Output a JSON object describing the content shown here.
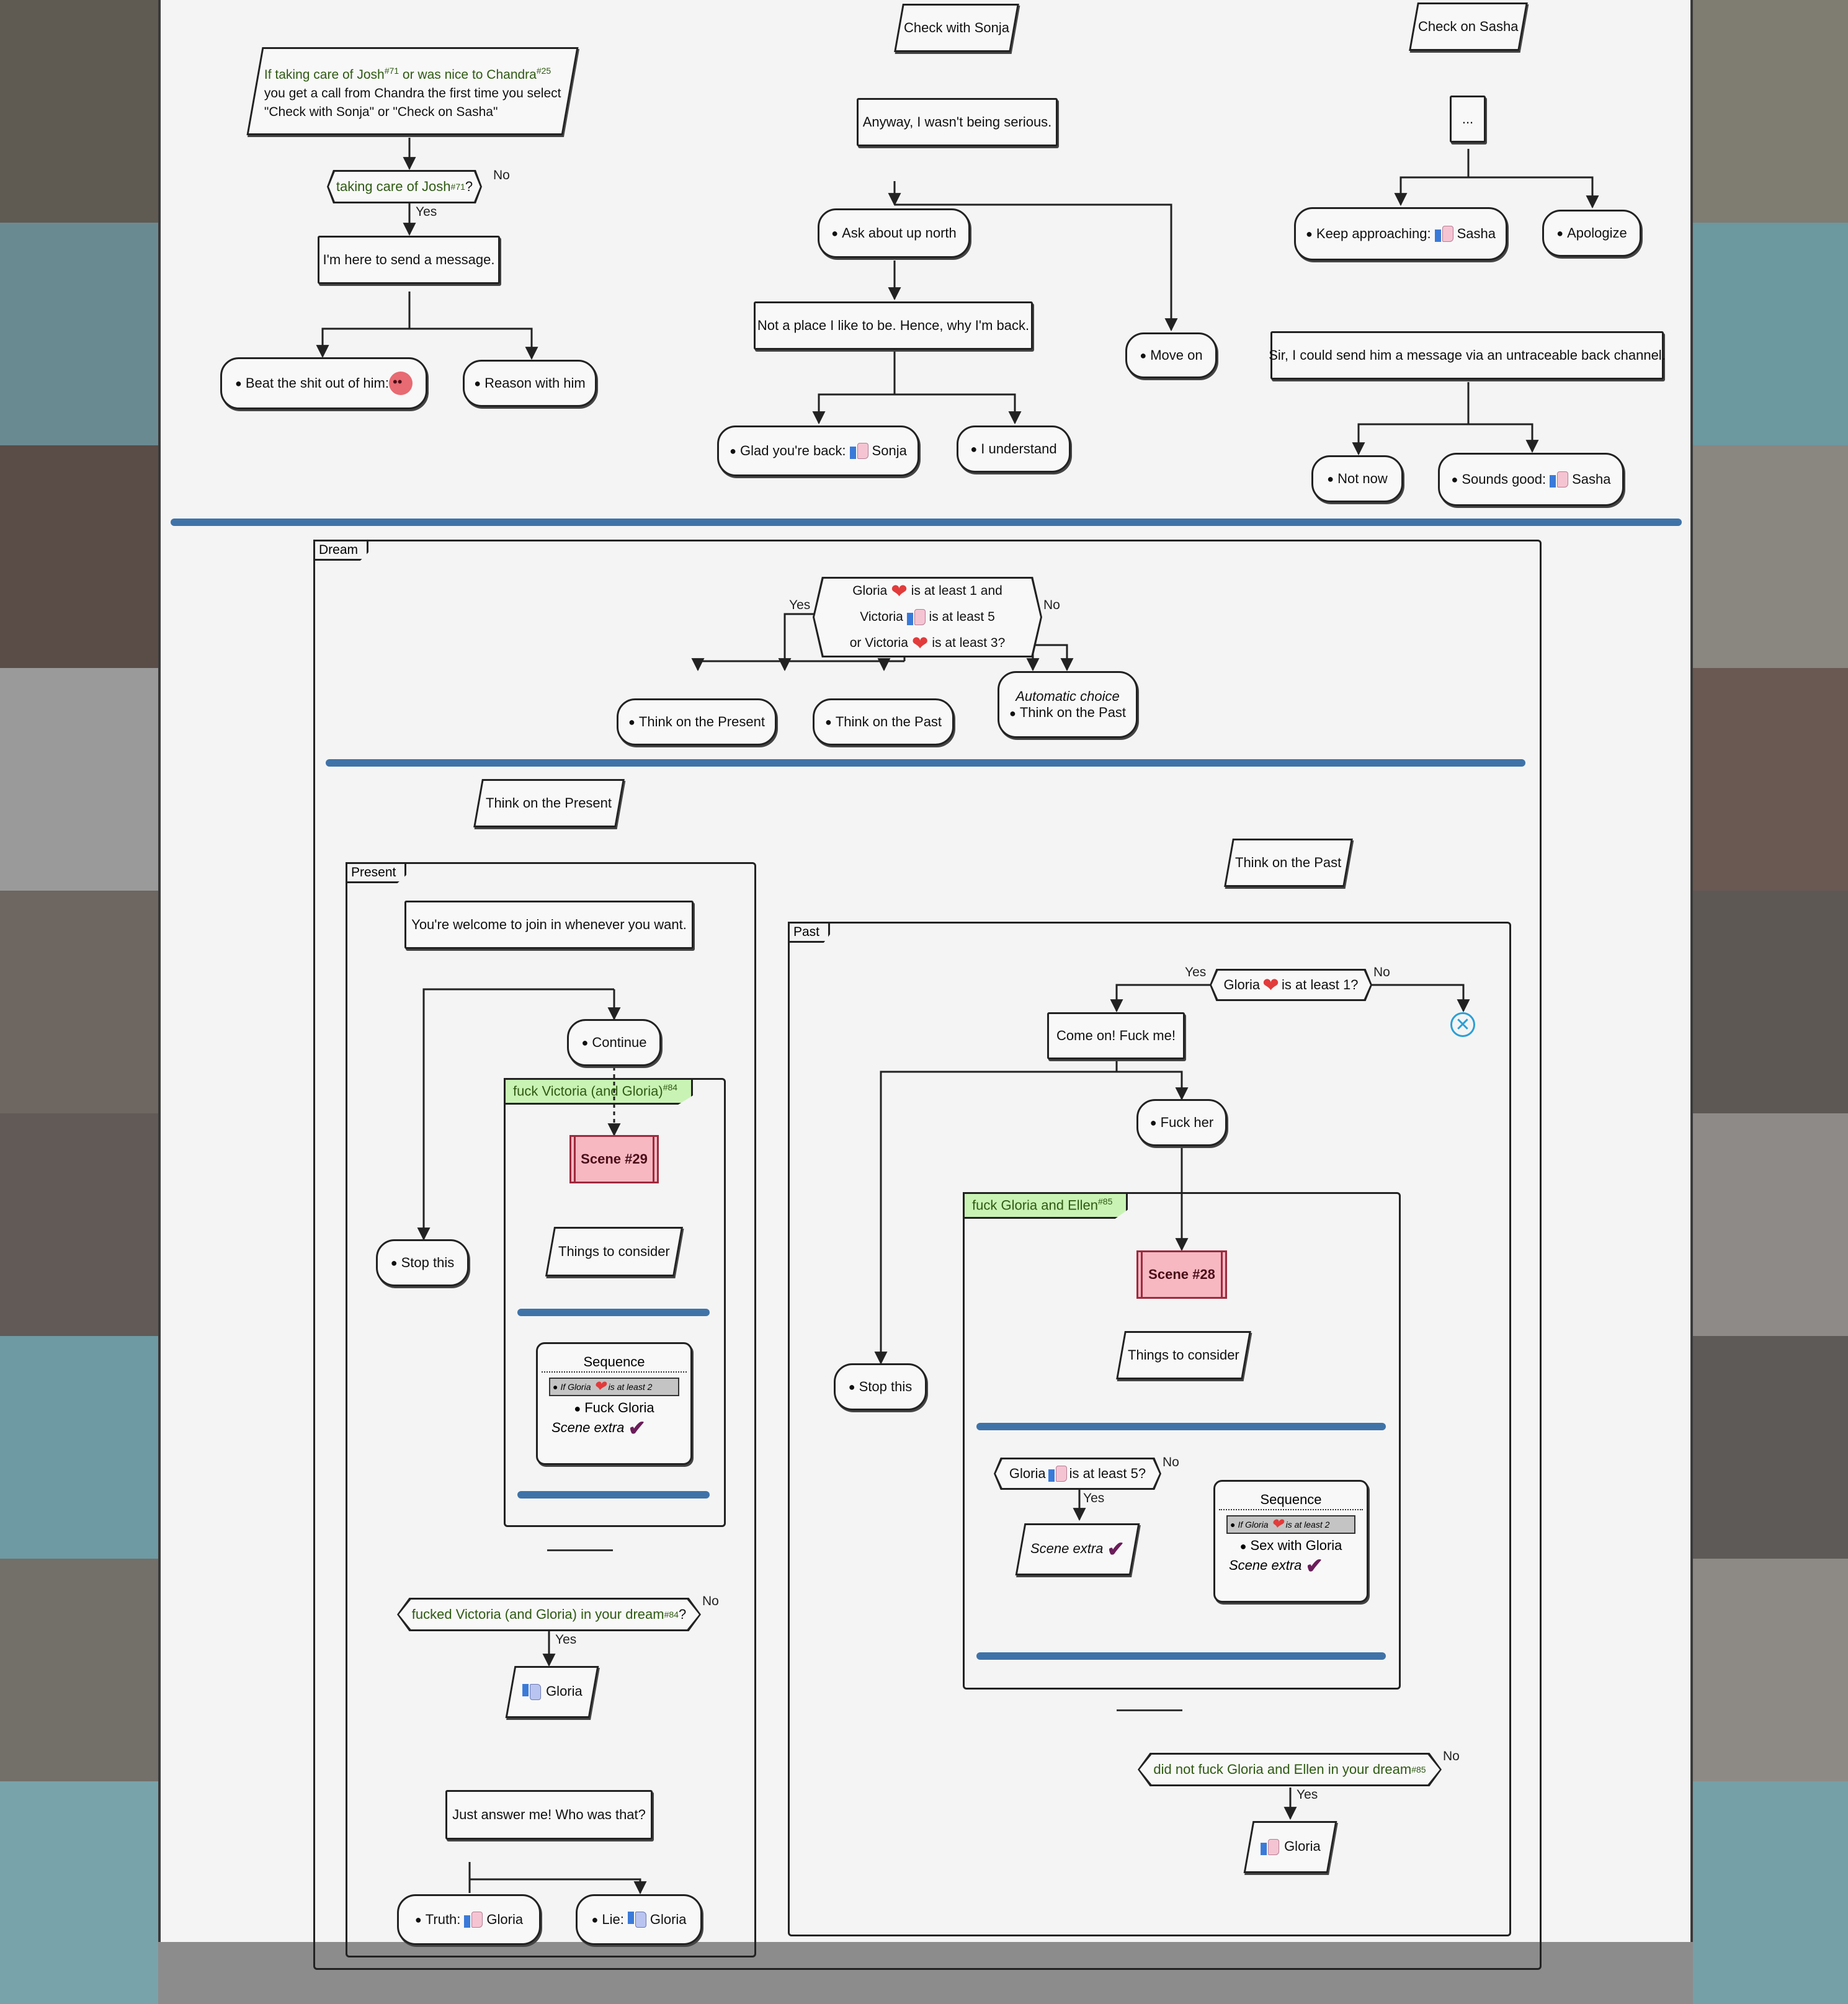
{
  "colors": {
    "page_bg": "#f4f4f4",
    "band": "#3f73a8",
    "condition_text": "#2e5a12",
    "condition_tag_bg": "#c9f3b4",
    "scene_bg": "#f7b8c2",
    "exit_icon": "#2a9fd6"
  },
  "icons": {
    "heart": "heart-icon",
    "like": "thumbs-up-icon",
    "dislike": "thumbs-down-icon",
    "angry": "angry-face-icon",
    "check": "checkmark-icon",
    "exit": "exit-x-icon"
  },
  "common": {
    "yes": "Yes",
    "no": "No",
    "sup71": "#71",
    "sup25": "#25",
    "sup84": "#84",
    "sup85": "#85",
    "q": "?",
    "colon": ":"
  },
  "top_left": {
    "note_part1": "If taking care of Josh",
    "note_part2": "or was nice to Chandra",
    "note_line2": "you get a call from Chandra the first time you select",
    "note_line3": "\"Check with Sonja\" or \"Check on Sasha\"",
    "decision": "taking care of Josh",
    "message": "I'm here to send a message.",
    "choice_beat": "Beat the shit out of him:",
    "choice_reason": "Reason with him"
  },
  "top_mid": {
    "title": "Check with Sonja",
    "line1": "Anyway, I wasn't being serious.",
    "choice_ask": "Ask about up north",
    "line2": "Not a place I like to be. Hence, why I'm back.",
    "choice_move": "Move on",
    "choice_glad": "Glad you're back:",
    "sonja": "Sonja",
    "choice_understand": "I understand"
  },
  "top_right": {
    "title": "Check on Sasha",
    "ellipsis": "...",
    "choice_keep": "Keep approaching:",
    "sasha": "Sasha",
    "choice_apologize": "Apologize",
    "line1": "Sir, I could send him a message via an untraceable back channel.",
    "choice_notnow": "Not now",
    "choice_sounds": "Sounds good:"
  },
  "dream": {
    "tag": "Dream",
    "cond_gloria": "Gloria",
    "cond_l1": "is at least 1 and",
    "cond_victoria": "Victoria",
    "cond_l2": "is at least 5",
    "cond_or": "or Victoria",
    "cond_l3": "is at least 3?",
    "choice_present": "Think on the Present",
    "choice_past": "Think on the Past",
    "auto": "Automatic choice"
  },
  "present": {
    "title": "Think on the Present",
    "tag": "Present",
    "line1": "You're welcome to join in whenever you want.",
    "choice_continue": "Continue",
    "choice_stop": "Stop this",
    "group_tag": "fuck Victoria (and Gloria)",
    "scene": "Scene #29",
    "things": "Things to consider",
    "seq_title": "Sequence",
    "seq_if": "If Gloria",
    "seq_is": "is at least 2",
    "seq_fuck": "Fuck Gloria",
    "seq_extra": "Scene extra",
    "decision": "fucked Victoria (and Gloria) in your dream",
    "gloria": "Gloria",
    "line2": "Just answer me! Who was that?",
    "choice_truth": "Truth:",
    "choice_lie": "Lie:"
  },
  "past": {
    "title": "Think on the Past",
    "tag": "Past",
    "cond_gloria": "Gloria",
    "cond_is": "is at least 1?",
    "line1": "Come on! Fuck me!",
    "choice_fuck": "Fuck her",
    "choice_stop": "Stop this",
    "group_tag": "fuck Gloria and Ellen",
    "scene": "Scene #28",
    "things": "Things to consider",
    "cond2_is": "is at least 5?",
    "extra": "Scene extra",
    "seq_title": "Sequence",
    "seq_if": "If Gloria",
    "seq_is": "is at least 2",
    "seq_sex": "Sex with Gloria",
    "decision": "did not fuck Gloria and Ellen in your dream",
    "gloria": "Gloria"
  }
}
